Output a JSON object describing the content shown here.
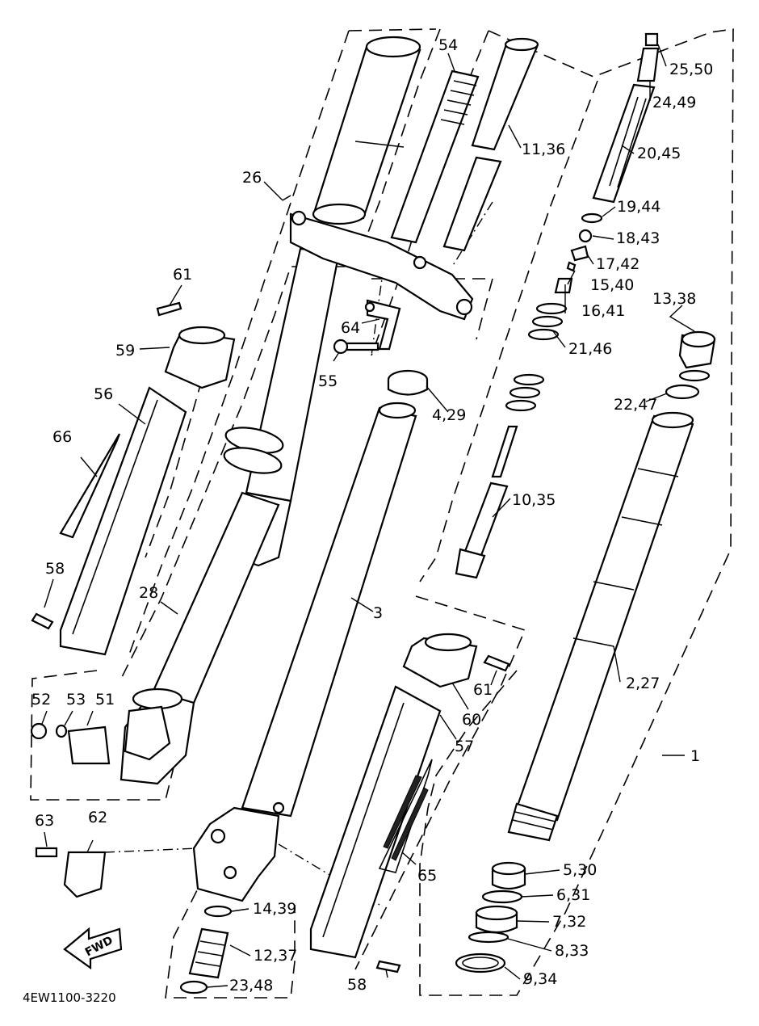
{
  "diagram": {
    "code": "4EW1100-3220",
    "direction_arrow": "FWD",
    "callouts": [
      {
        "id": "c1",
        "text": "1"
      },
      {
        "id": "c2",
        "text": "2,27"
      },
      {
        "id": "c3",
        "text": "3"
      },
      {
        "id": "c4",
        "text": "4,29"
      },
      {
        "id": "c5",
        "text": "5,30"
      },
      {
        "id": "c6",
        "text": "6,31"
      },
      {
        "id": "c7",
        "text": "7,32"
      },
      {
        "id": "c8",
        "text": "8,33"
      },
      {
        "id": "c9",
        "text": "9,34"
      },
      {
        "id": "c10",
        "text": "10,35"
      },
      {
        "id": "c11",
        "text": "11,36"
      },
      {
        "id": "c12",
        "text": "12,37"
      },
      {
        "id": "c13",
        "text": "13,38"
      },
      {
        "id": "c14",
        "text": "14,39"
      },
      {
        "id": "c15",
        "text": "15,40"
      },
      {
        "id": "c16",
        "text": "16,41"
      },
      {
        "id": "c17",
        "text": "17,42"
      },
      {
        "id": "c18",
        "text": "18,43"
      },
      {
        "id": "c19",
        "text": "19,44"
      },
      {
        "id": "c20",
        "text": "20,45"
      },
      {
        "id": "c21",
        "text": "21,46"
      },
      {
        "id": "c22",
        "text": "22,47"
      },
      {
        "id": "c23",
        "text": "23,48"
      },
      {
        "id": "c24",
        "text": "24,49"
      },
      {
        "id": "c25",
        "text": "25,50"
      },
      {
        "id": "c26",
        "text": "26"
      },
      {
        "id": "c28",
        "text": "28"
      },
      {
        "id": "c51",
        "text": "51"
      },
      {
        "id": "c52",
        "text": "52"
      },
      {
        "id": "c53",
        "text": "53"
      },
      {
        "id": "c54",
        "text": "54"
      },
      {
        "id": "c55",
        "text": "55"
      },
      {
        "id": "c56",
        "text": "56"
      },
      {
        "id": "c57",
        "text": "57"
      },
      {
        "id": "c58a",
        "text": "58"
      },
      {
        "id": "c58b",
        "text": "58"
      },
      {
        "id": "c59",
        "text": "59"
      },
      {
        "id": "c60",
        "text": "60"
      },
      {
        "id": "c61a",
        "text": "61"
      },
      {
        "id": "c61b",
        "text": "61"
      },
      {
        "id": "c62",
        "text": "62"
      },
      {
        "id": "c63",
        "text": "63"
      },
      {
        "id": "c64",
        "text": "64"
      },
      {
        "id": "c65",
        "text": "65"
      },
      {
        "id": "c66",
        "text": "66"
      }
    ]
  }
}
